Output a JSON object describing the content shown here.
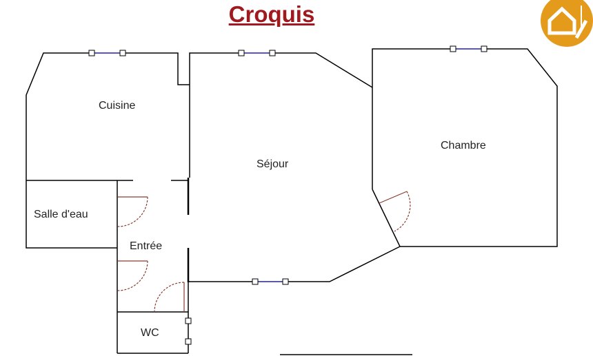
{
  "title": "Croquis",
  "rooms": {
    "cuisine": "Cuisine",
    "sejour": "Séjour",
    "chambre": "Chambre",
    "salle_eau": "Salle d'eau",
    "entree": "Entrée",
    "wc": "WC"
  },
  "colors": {
    "title": "#a0191e",
    "logo": "#e49b1c",
    "door": "#8b3a2f"
  }
}
